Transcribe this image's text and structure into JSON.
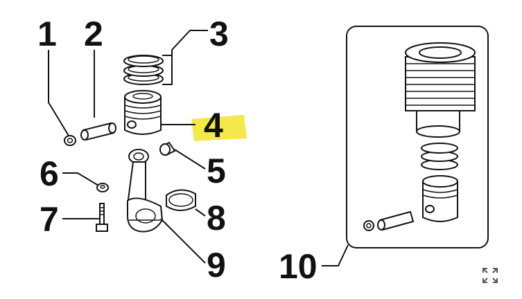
{
  "callouts": [
    {
      "id": "1",
      "label": "1"
    },
    {
      "id": "2",
      "label": "2"
    },
    {
      "id": "3",
      "label": "3"
    },
    {
      "id": "4",
      "label": "4",
      "highlight": "#f5e84a"
    },
    {
      "id": "5",
      "label": "5"
    },
    {
      "id": "6",
      "label": "6"
    },
    {
      "id": "7",
      "label": "7"
    },
    {
      "id": "8",
      "label": "8"
    },
    {
      "id": "9",
      "label": "9"
    },
    {
      "id": "10",
      "label": "10"
    }
  ],
  "icons": {
    "expand": "expand-icon"
  },
  "colors": {
    "highlight": "#f5e84a",
    "ink": "#111111"
  }
}
